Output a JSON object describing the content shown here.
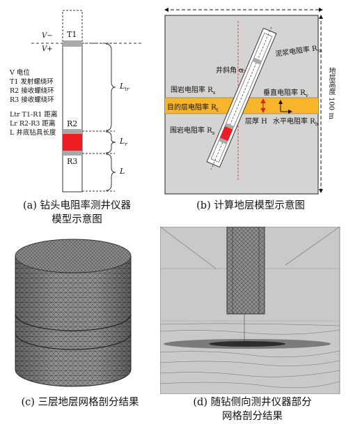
{
  "panel_a": {
    "v_minus": "V−",
    "v_plus": "V+",
    "t1": "T1",
    "r2": "R2",
    "r3": "R3",
    "dim_ltr": "L",
    "dim_ltr_sub": "tr",
    "dim_lr": "L",
    "dim_lr_sub": "r",
    "dim_l": "L",
    "legend": [
      "V 电位",
      "T1 发射螺绕环",
      "R2 接收螺绕环",
      "R3 接收螺绕环",
      "",
      "Ltr T1-R1 距离",
      "Lr R2-R3 距离",
      "L 井底钻具长度"
    ],
    "caption_line1": "(a) 钻头电阻率测井仪器",
    "caption_line2": "模型示意图"
  },
  "panel_b": {
    "mud_res": "泥浆电阻率 R",
    "mud_sub": "m",
    "dip_angle": "井斜角 α",
    "surround_top": "围岩电阻率 R",
    "surround_top_sub": "s",
    "target": "目的层电阻率 R",
    "target_sub": "t",
    "surround_bot": "围岩电阻率 R",
    "surround_bot_sub": "s",
    "vert_res": "垂直电阻率 R",
    "vert_sub": "v",
    "thickness": "层厚 H",
    "horiz_res": "水平电阻率 R",
    "horiz_sub": "h",
    "side_label": "地层高度 100 m",
    "caption": "(b) 计算地层模型示意图"
  },
  "panel_c": {
    "caption": "(c) 三层地层网格剖分结果"
  },
  "panel_d": {
    "caption_line1": "(d) 随钻侧向测井仪器部分",
    "caption_line2": "网格剖分结果"
  },
  "colors": {
    "target_layer": "#f7b52c",
    "tool_red": "#ee1c25",
    "band_gray": "#a9a9a9",
    "formation_gray": "#d4d4d4",
    "arrow_red": "#d9261c"
  }
}
